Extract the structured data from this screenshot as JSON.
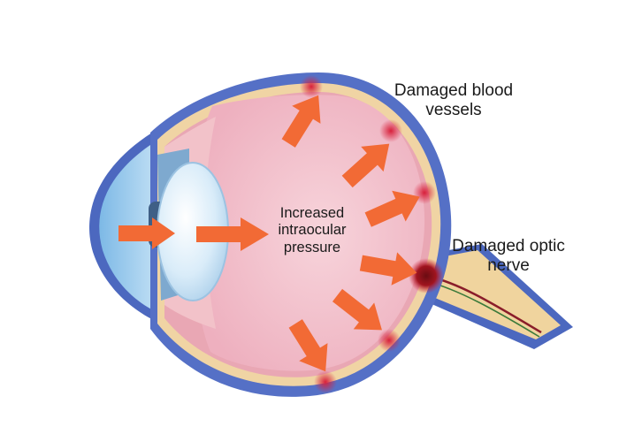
{
  "labels": {
    "blood_vessels": "Damaged blood\nvessels",
    "optic_nerve": "Damaged optic\nnerve",
    "pressure": "Increased\nintraocular\npressure"
  },
  "colors": {
    "outer_sclera": "#5470c4",
    "choroid": "#f2d7a6",
    "vitreous": "#f4c7d0",
    "lens": "#cfe6f6",
    "cornea": "#a9d3ef",
    "arrow": "#f26a35",
    "damage": "#d8203b",
    "nerve": "#f0d49e"
  }
}
